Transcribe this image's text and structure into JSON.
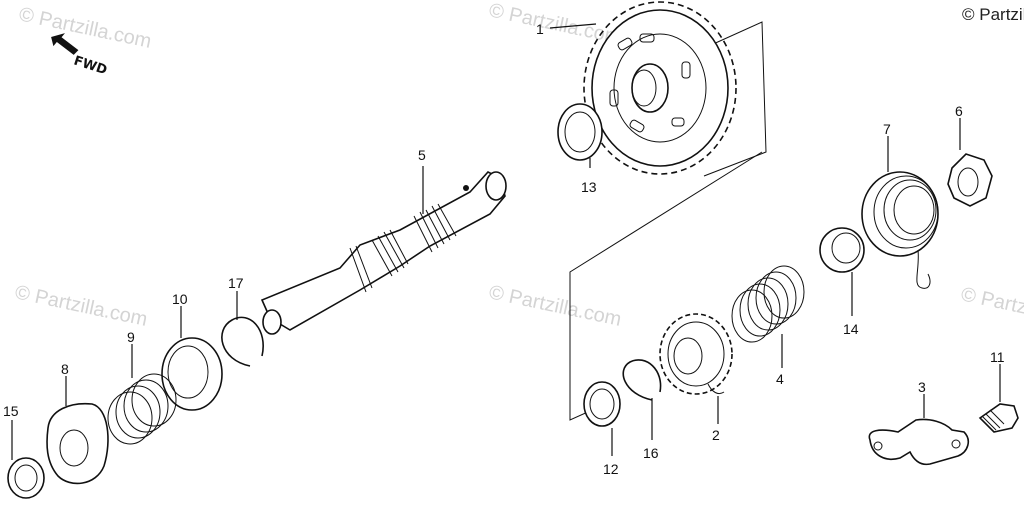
{
  "copyright": "© Partzilla.com",
  "watermark": "© Partzilla.com",
  "direction_label": "FWD",
  "callouts": {
    "c1": "1",
    "c2": "2",
    "c3": "3",
    "c4": "4",
    "c5": "5",
    "c6": "6",
    "c7": "7",
    "c8": "8",
    "c9": "9",
    "c10": "10",
    "c11": "11",
    "c12": "12",
    "c13": "13",
    "c14": "14",
    "c15": "15",
    "c16": "16",
    "c17": "17"
  }
}
